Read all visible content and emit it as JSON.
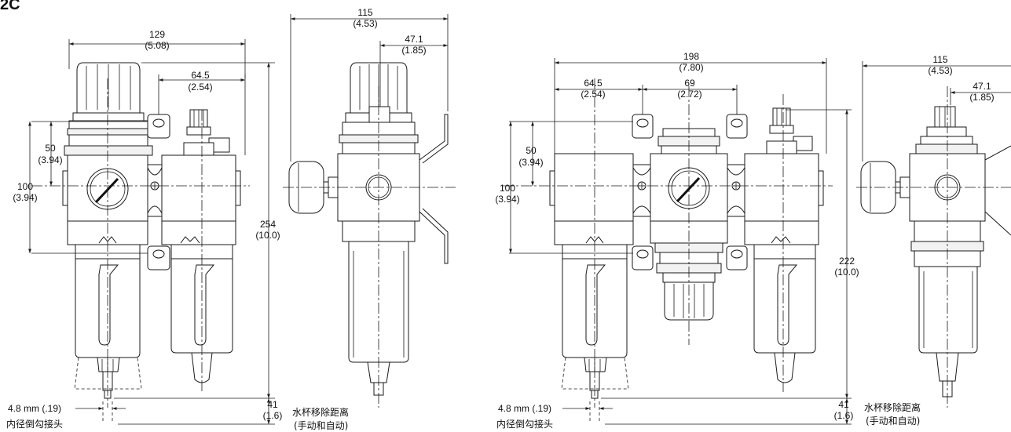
{
  "header": {
    "corner_mark": "2C"
  },
  "left_assembly": {
    "front": {
      "width_total": {
        "mm": "129",
        "in": "(5.08)"
      },
      "spacing": {
        "mm": "64.5",
        "in": "(2.54)"
      },
      "mount_a": {
        "mm": "50",
        "in": "(3.94)"
      },
      "mount_b": {
        "mm": "100",
        "in": "(3.94)"
      },
      "height": {
        "mm": "254",
        "in": "(10.0)"
      },
      "barb_size": "4.8 mm (.19)",
      "barb_caption": "内径倒勾接头"
    },
    "side": {
      "depth": {
        "mm": "115",
        "in": "(4.53)"
      },
      "offset": {
        "mm": "47.1",
        "in": "(1.85)"
      },
      "bowl_clearance": {
        "mm": "41",
        "in": "(1.6)"
      },
      "clearance_caption_1": "水杯移除距离",
      "clearance_caption_2": "(手动和自动)"
    }
  },
  "right_assembly": {
    "front": {
      "width_total": {
        "mm": "198",
        "in": "(7.80)"
      },
      "spacing_1": {
        "mm": "64.5",
        "in": "(2.54)"
      },
      "spacing_2": {
        "mm": "69",
        "in": "(2.72)"
      },
      "mount_a": {
        "mm": "50",
        "in": "(3.94)"
      },
      "mount_b": {
        "mm": "100",
        "in": "(3.94)"
      },
      "height": {
        "mm": "222",
        "in": "(10.0)"
      },
      "barb_size": "4.8 mm (.19)",
      "barb_caption": "内径倒勾接头"
    },
    "side": {
      "depth": {
        "mm": "115",
        "in": "(4.53)"
      },
      "offset": {
        "mm": "47.1",
        "in": "(1.85)"
      },
      "bowl_clearance": {
        "mm": "41",
        "in": "(1.6)"
      },
      "clearance_caption_1": "水杯移除距离",
      "clearance_caption_2": "(手动和自动)"
    }
  }
}
